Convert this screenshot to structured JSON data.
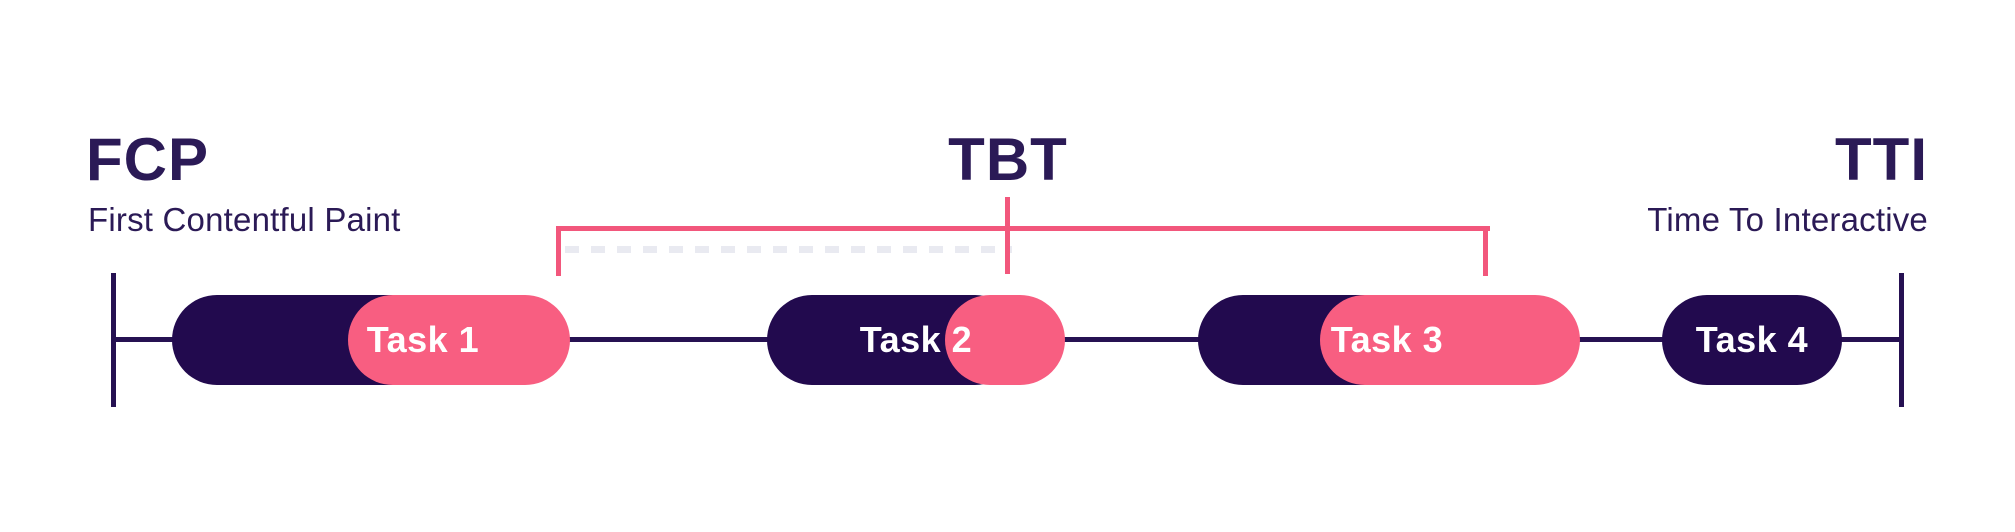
{
  "diagram": {
    "title_context": "Web performance timeline diagram",
    "metrics": {
      "fcp": {
        "abbr": "FCP",
        "name": "First Contentful Paint"
      },
      "tbt": {
        "abbr": "TBT"
      },
      "tti": {
        "abbr": "TTI",
        "name": "Time To Interactive"
      }
    },
    "timeline": {
      "tasks": [
        {
          "label": "Task 1",
          "has_blocking_portion": true
        },
        {
          "label": "Task 2",
          "has_blocking_portion": true
        },
        {
          "label": "Task 3",
          "has_blocking_portion": true
        },
        {
          "label": "Task 4",
          "has_blocking_portion": false
        }
      ],
      "bracket": {
        "metric": "TBT",
        "spans_from": "Task 1 blocking portion",
        "spans_to": "Task 3 blocking portion"
      }
    },
    "colors": {
      "navy": "#220a4e",
      "text_navy": "#2b1a56",
      "pink": "#f85e81",
      "bracket_pink": "#f2577c",
      "label_white": "#ffffff",
      "background": "#ffffff"
    }
  }
}
